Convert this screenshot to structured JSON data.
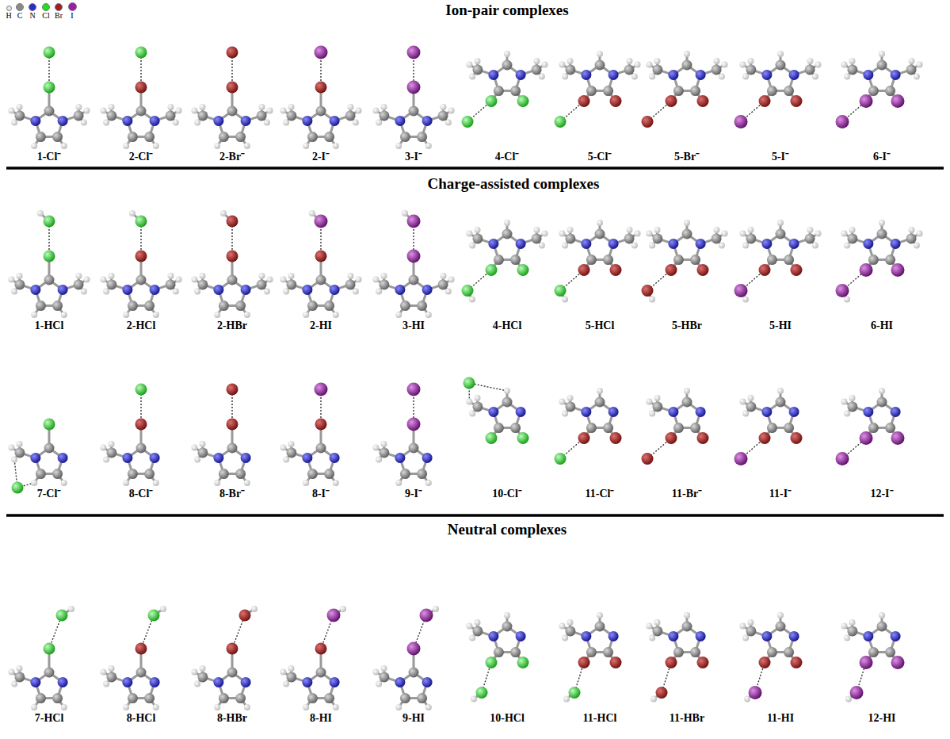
{
  "diagram": {
    "labels": [
      "Ion-pair complexes",
      "1-Cl⁻",
      "2-Cl⁻",
      "2-Br⁻",
      "2-I⁻",
      "3-I⁻",
      "4-Cl⁻",
      "5-Cl⁻",
      "5-Br⁻",
      "5-I⁻",
      "6-I⁻",
      "Charge-assisted complexes",
      "1-HCl",
      "2-HCl",
      "2-HBr",
      "2-HI",
      "3-HI",
      "4-HCl",
      "5-HCl",
      "5-HBr",
      "5-HI",
      "6-HI",
      "7-Cl⁻",
      "8-Cl⁻",
      "8-Br⁻",
      "8-I⁻",
      "9-I⁻",
      "10-Cl⁻",
      "11-Cl⁻",
      "11-Br⁻",
      "11-I⁻",
      "12-I⁻",
      "Neutral complexes",
      "7-HCl",
      "8-HCl",
      "8-HBr",
      "8-HI",
      "9-HI",
      "10-HCl",
      "11-HCl",
      "11-HBr",
      "11-HI",
      "12-HI"
    ],
    "legend": [
      {
        "text": "H",
        "color": "#e8e8e8"
      },
      {
        "text": "C",
        "color": "#8a8a8a"
      },
      {
        "text": "N",
        "color": "#2b2bd6"
      },
      {
        "text": "Cl",
        "color": "#22dd22"
      },
      {
        "text": "Br",
        "color": "#a0201c"
      },
      {
        "text": "I",
        "color": "#9a1ea6"
      }
    ]
  }
}
